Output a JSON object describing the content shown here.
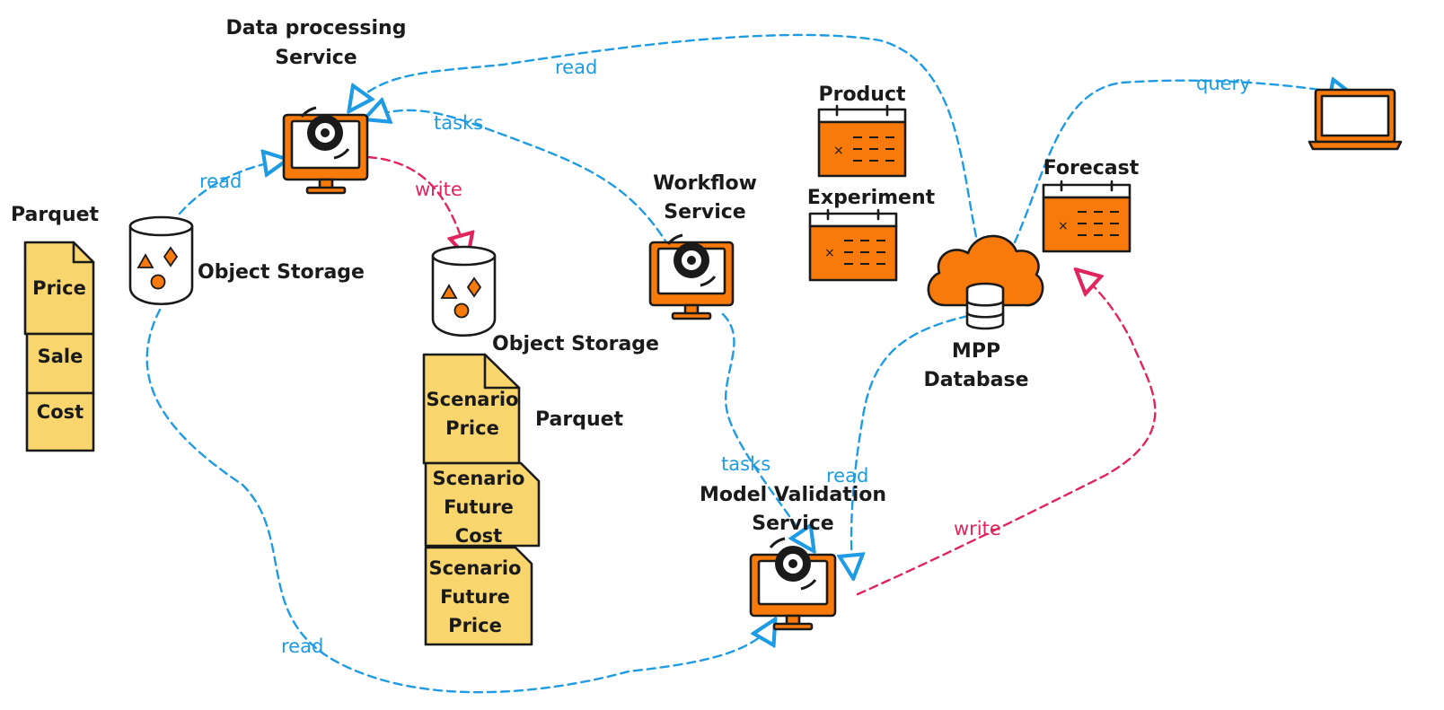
{
  "nodes": {
    "dps": {
      "label_line1": "Data processing",
      "label_line2": "Service"
    },
    "workflow": {
      "label_line1": "Workflow",
      "label_line2": "Service"
    },
    "validation": {
      "label_line1": "Model Validation",
      "label_line2": "Service"
    },
    "storage1": {
      "label": "Object Storage"
    },
    "storage2": {
      "label": "Object Storage"
    },
    "parquet1": {
      "label": "Parquet",
      "docs": [
        "Price",
        "Sale",
        "Cost"
      ]
    },
    "parquet2": {
      "label": "Parquet",
      "docs": [
        {
          "l1": "Scenario",
          "l2": "Price",
          "l3": ""
        },
        {
          "l1": "Scenario",
          "l2": "Future",
          "l3": "Cost"
        },
        {
          "l1": "Scenario",
          "l2": "Future",
          "l3": "Price"
        }
      ]
    },
    "product": {
      "label": "Product"
    },
    "experiment": {
      "label": "Experiment"
    },
    "forecast": {
      "label": "Forecast"
    },
    "mpp": {
      "label_line1": "MPP",
      "label_line2": "Database"
    }
  },
  "edges": {
    "storage_to_dps_read": "read",
    "dps_to_storage2_write": "write",
    "mpp_to_dps_read": "read",
    "workflow_to_dps_tasks": "tasks",
    "workflow_to_validation_tasks": "tasks",
    "mpp_to_validation_read": "read",
    "validation_to_forecast_write": "write",
    "storage_to_validation_read": "read",
    "mpp_to_laptop_query": "query"
  },
  "colors": {
    "orange": "#f77a0a",
    "blue": "#1e9be3",
    "red": "#e0245e",
    "yellow": "#f8d66d"
  }
}
